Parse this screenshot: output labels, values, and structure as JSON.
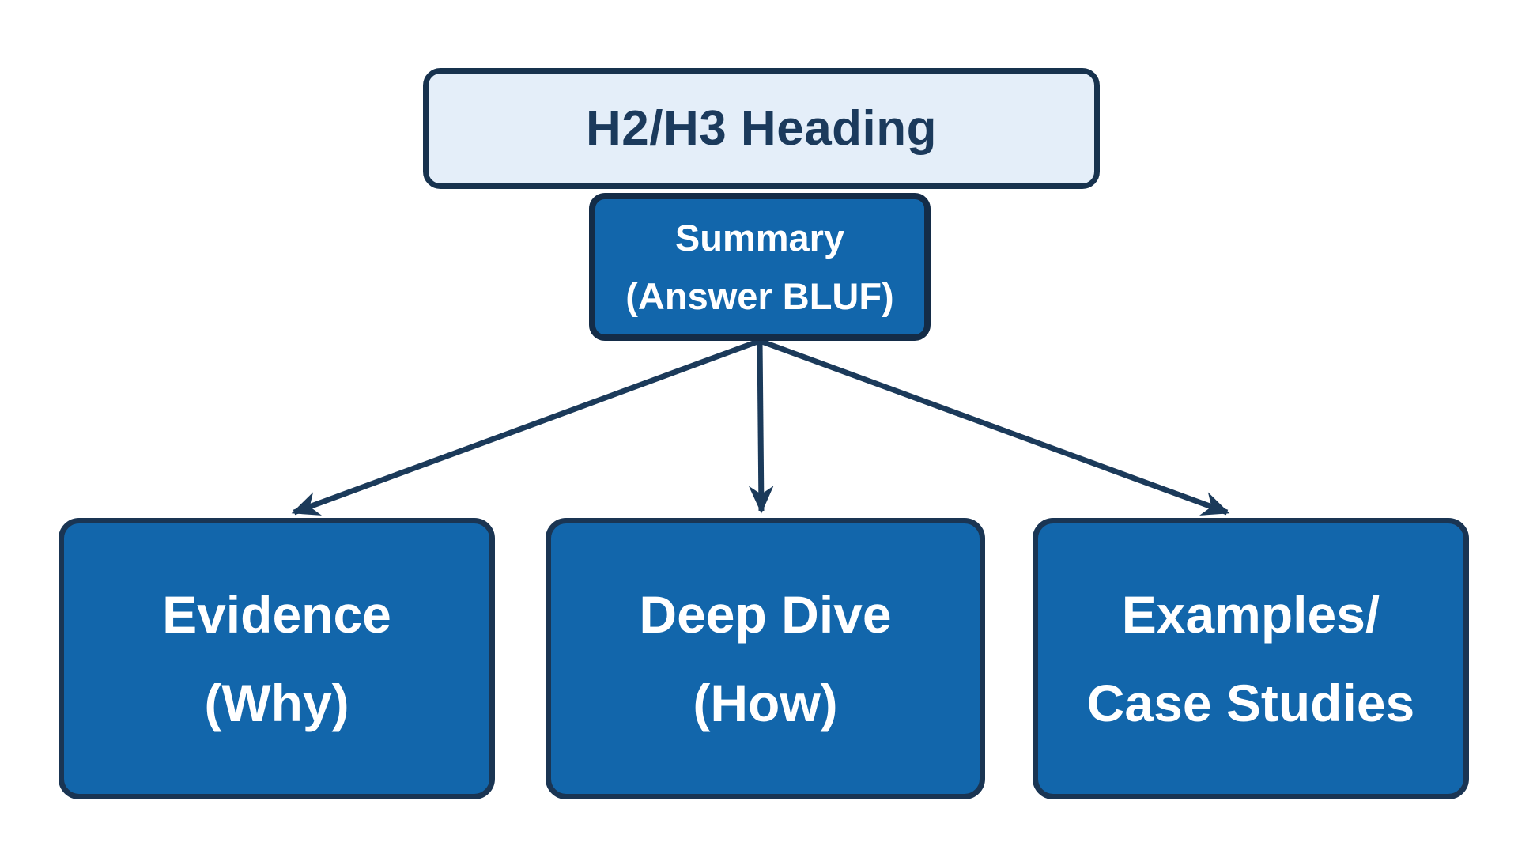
{
  "diagram": {
    "heading": {
      "label": "H2/H3 Heading"
    },
    "summary": {
      "lines": [
        "Summary",
        "(Answer BLUF)"
      ]
    },
    "children": [
      {
        "id": "evidence",
        "lines": [
          "Evidence",
          "(Why)"
        ]
      },
      {
        "id": "deep-dive",
        "lines": [
          "Deep Dive",
          "(How)"
        ]
      },
      {
        "id": "examples-case-studies",
        "lines": [
          "Examples/",
          "Case Studies"
        ]
      }
    ],
    "colors": {
      "background": "#ffffff",
      "node_fill": "#1266ab",
      "node_border": "#1a3553",
      "heading_fill": "#e4eef9",
      "heading_border": "#17324e",
      "heading_text": "#1b3a5c",
      "node_text": "#ffffff",
      "arrow": "#1b3a5a"
    }
  }
}
